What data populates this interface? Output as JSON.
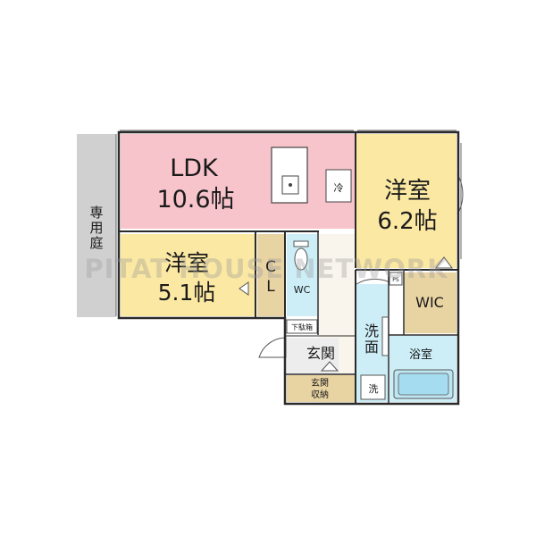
{
  "rooms": {
    "ldk": {
      "name": "LDK",
      "size": "10.6帖",
      "color": "#f7c4cb"
    },
    "western_a": {
      "name": "洋室",
      "size": "6.2帖",
      "color": "#fbe8a3"
    },
    "western_b": {
      "name": "洋室",
      "size": "5.1帖",
      "color": "#fbe8a3"
    },
    "closet": {
      "c": "C",
      "l": "L",
      "color": "#e8d3a3"
    },
    "toilet": {
      "name": "WC",
      "color": "#cdeef7"
    },
    "shoe_box": {
      "name": "下駄箱"
    },
    "entrance": {
      "name": "玄関"
    },
    "entrance_storage": {
      "line1": "玄関",
      "line2": "収納",
      "color": "#e8d3a3"
    },
    "washroom": {
      "line1": "洗",
      "line2": "面",
      "color": "#cdeef7"
    },
    "washer": {
      "name": "洗"
    },
    "bathroom": {
      "name": "浴室",
      "color": "#cdeef7"
    },
    "wic": {
      "name": "WIC",
      "color": "#e8d3a3"
    },
    "ps": {
      "name": "PS"
    },
    "garden": {
      "line1": "専",
      "line2": "用",
      "line3": "庭",
      "color": "#d0d0d0"
    },
    "fridge": {
      "name": "冷"
    }
  },
  "watermark": "PITAT HOUSE NETWORK"
}
